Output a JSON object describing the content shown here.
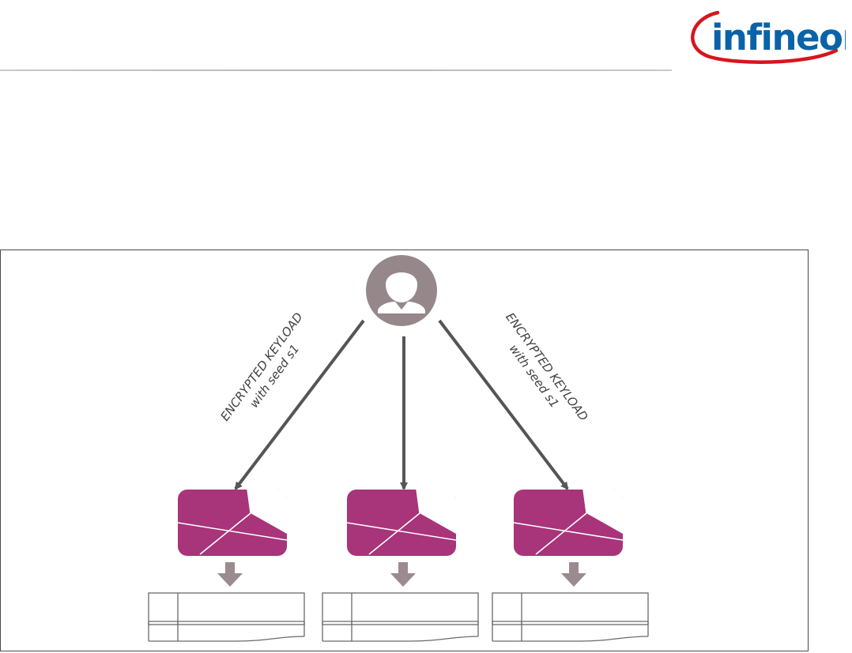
{
  "brand": {
    "logo_text": "infineon",
    "logo_icon": "infineon-swoosh-logo",
    "colors": {
      "logo_blue": "#0a63a8",
      "logo_swoosh": "#d5161e"
    }
  },
  "diagram": {
    "user_icon": "user-icon",
    "left_link": {
      "line1": "ENCRYPTED KEYLOAD",
      "line2": "with seed s1"
    },
    "right_link": {
      "line1": "ENCRYPTED KEYLOAD",
      "line2": "with seed s1"
    },
    "device_icon": "chip-device-icon",
    "memory_icon": "key-memory-table-icon",
    "colors": {
      "user": "#96878a",
      "device": "#a8347a",
      "arrow": "#555555",
      "down_arrow": "#9b8b8e",
      "frame": "#4a4a4a"
    }
  }
}
